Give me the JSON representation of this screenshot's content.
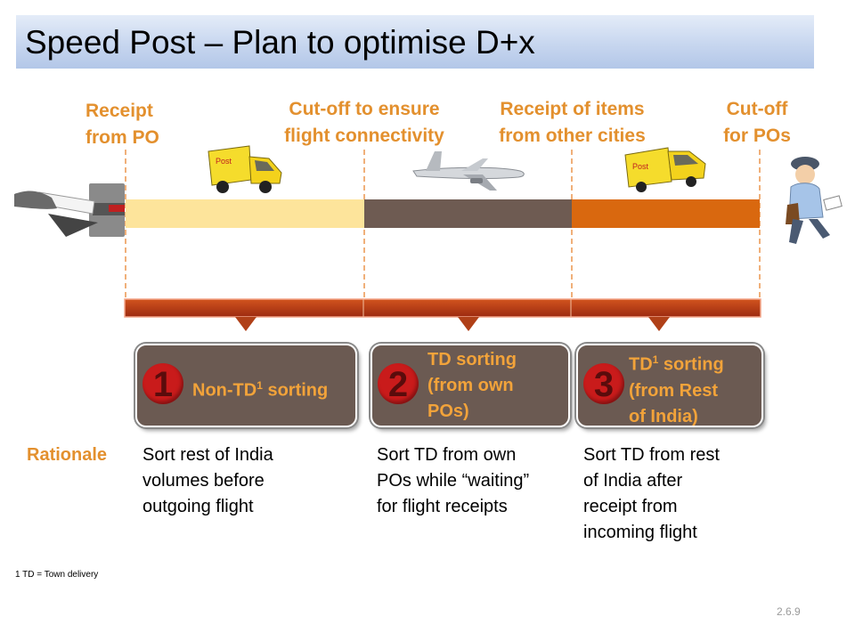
{
  "title": "Speed Post – Plan to optimise D+x",
  "milestones": [
    {
      "line1": "Receipt",
      "line2": "from PO"
    },
    {
      "line1": "Cut-off to ensure",
      "line2": "flight connectivity"
    },
    {
      "line1": "Receipt of items",
      "line2": "from other cities"
    },
    {
      "line1": "Cut-off",
      "line2": "for POs"
    }
  ],
  "timeline": {
    "colors": [
      "#fde49b",
      "#6e5b52",
      "#d9680f"
    ],
    "bar_color": "#b4371a"
  },
  "callouts": [
    {
      "number": "1",
      "line1": "Non-TD",
      "sup": "1",
      "line1_rest": " sorting",
      "line2": "",
      "line3": ""
    },
    {
      "number": "2",
      "line1": "TD sorting",
      "sup": "",
      "line1_rest": "",
      "line2": "(from own",
      "line3": "POs)"
    },
    {
      "number": "3",
      "line1": "TD",
      "sup": "1",
      "line1_rest": " sorting",
      "line2": "(from Rest",
      "line3": "of India)"
    }
  ],
  "rationale": {
    "label": "Rationale",
    "columns": [
      [
        "Sort rest of India",
        "volumes before",
        "outgoing flight"
      ],
      [
        "Sort TD from own",
        "POs while “waiting”",
        "for flight receipts"
      ],
      [
        "Sort TD from rest",
        "of India after",
        "receipt from",
        "incoming flight"
      ]
    ]
  },
  "footnote": "1 TD = Town delivery",
  "slide_number": "2.6.9",
  "icons": [
    "hand-with-letter-icon",
    "mail-truck-icon",
    "airplane-icon",
    "mail-truck-icon",
    "postman-icon"
  ]
}
